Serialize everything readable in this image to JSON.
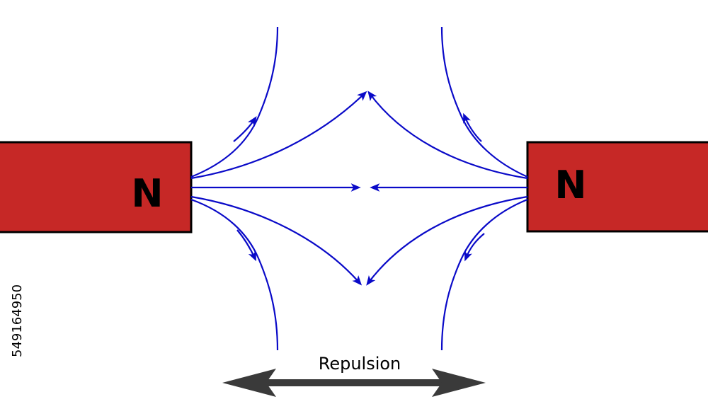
{
  "diagram": {
    "left_magnet": {
      "pole_label": "N"
    },
    "right_magnet": {
      "pole_label": "N"
    },
    "caption": "Repulsion",
    "stock_id": "549164950"
  },
  "colors": {
    "magnet_fill": "#c62826",
    "magnet_outline": "#000000",
    "field_line": "#0a0ac8",
    "force_arrow": "#3a3a3a"
  }
}
